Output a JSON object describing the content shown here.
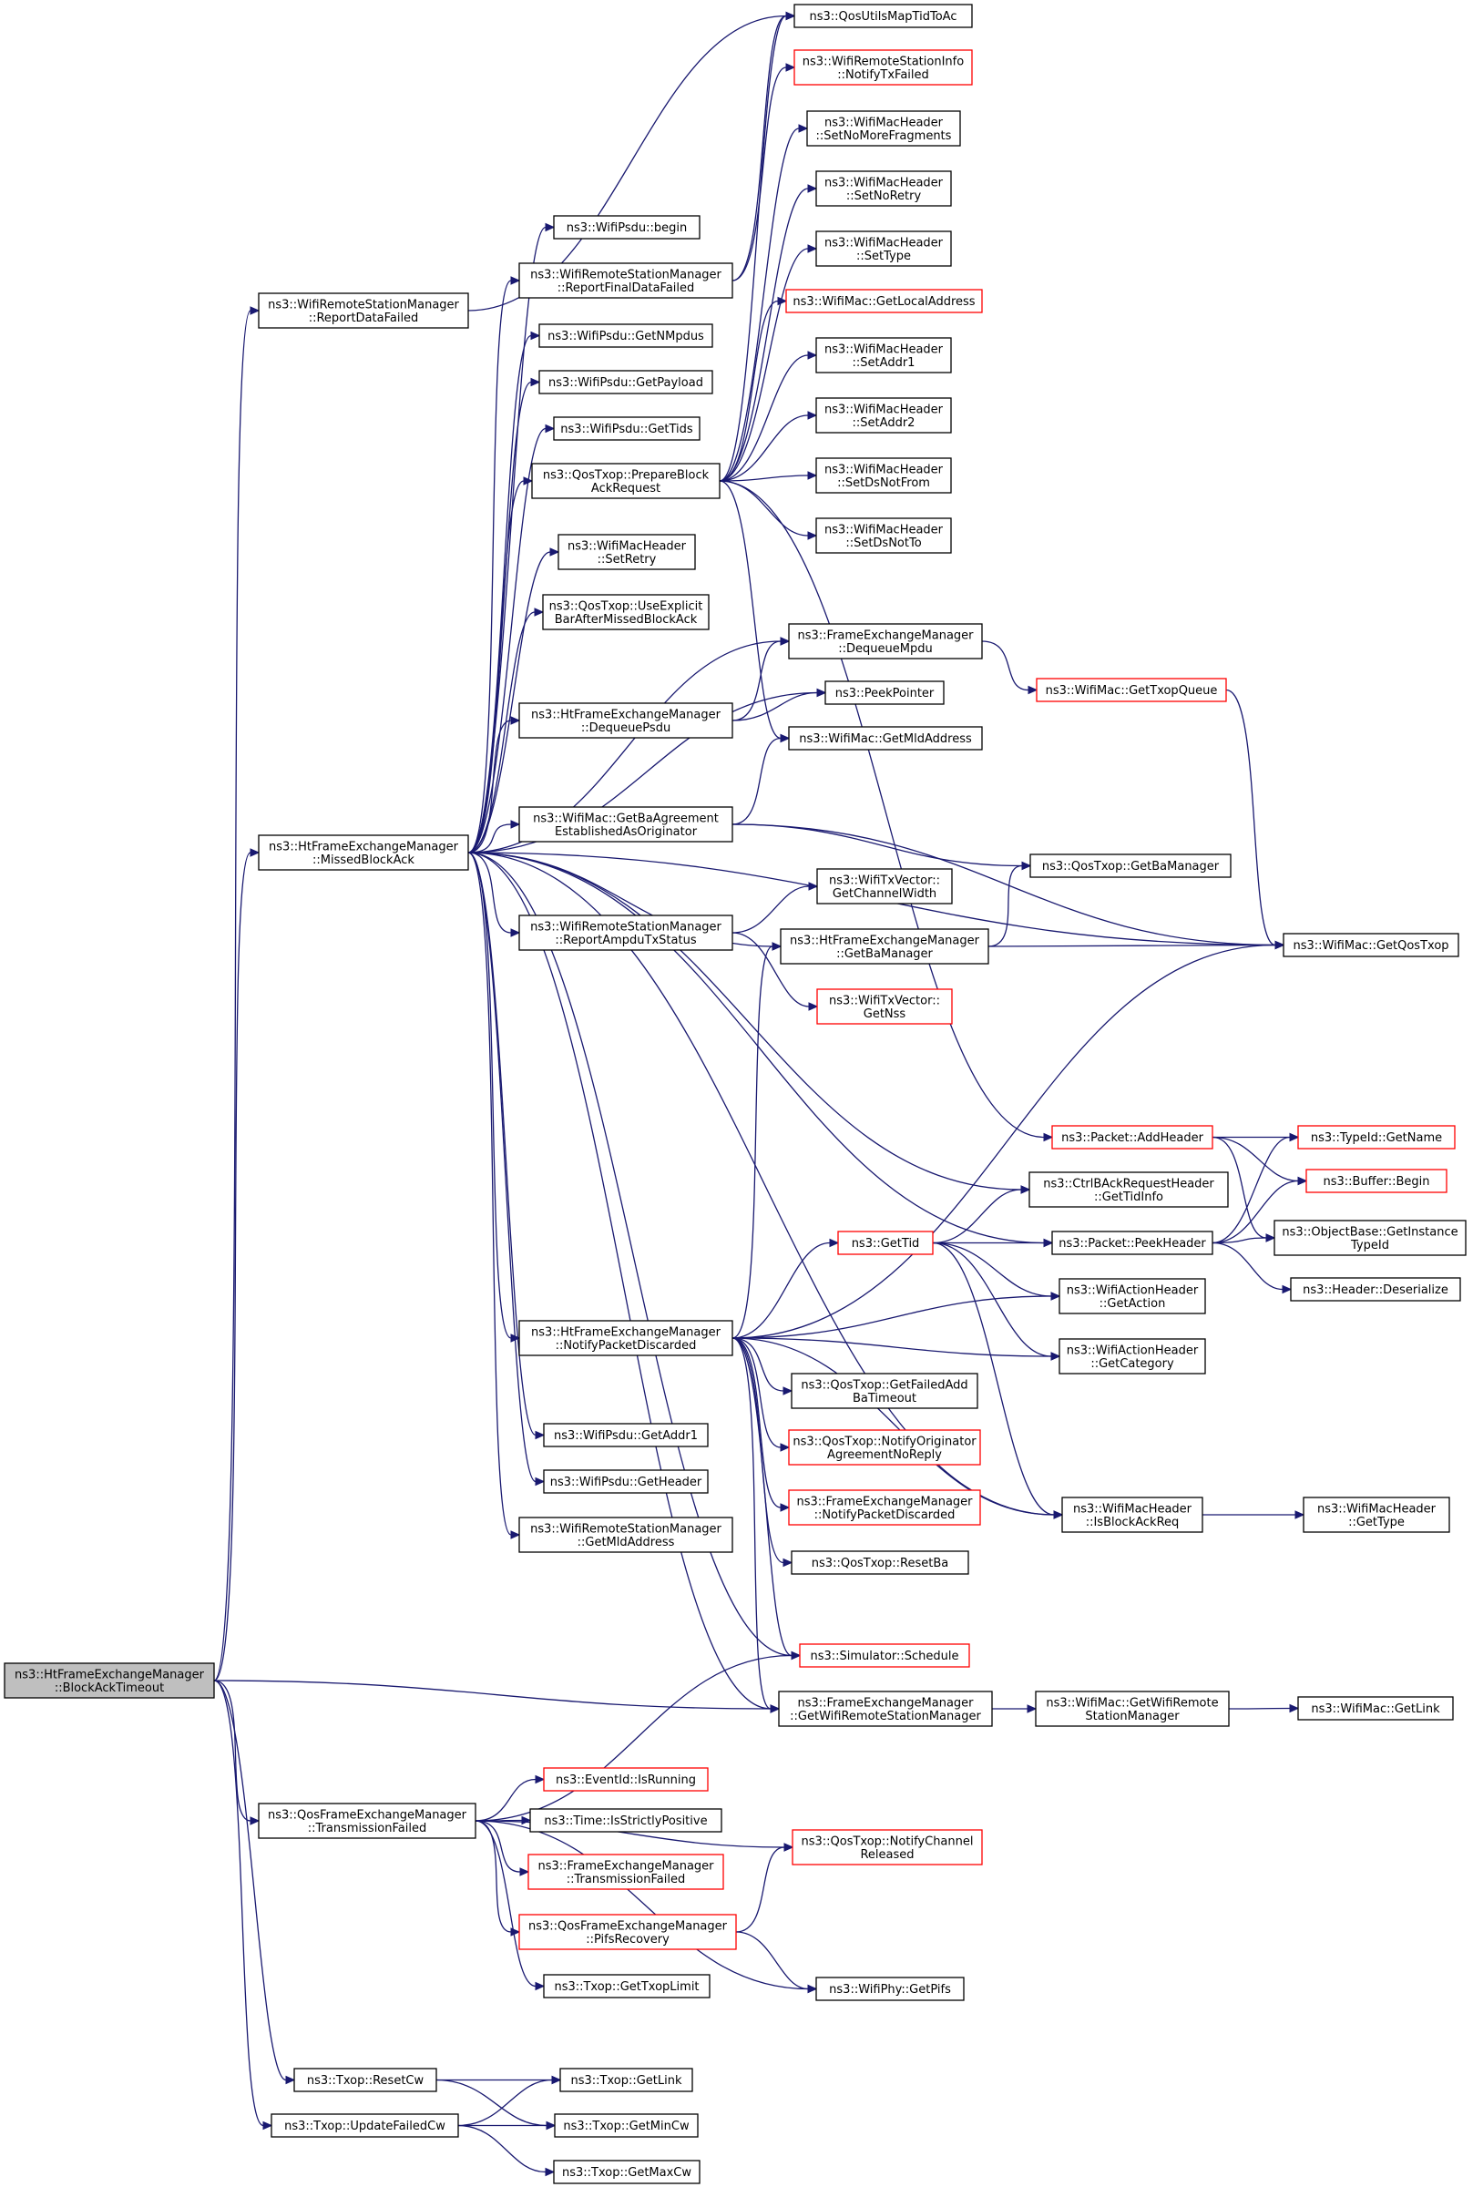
{
  "diagram": {
    "type": "call-graph",
    "colors": {
      "edge": "#191970",
      "node_border": "#000000",
      "truncated_node_border": "#ff0000",
      "root_fill": "#bfbfbf"
    },
    "nodes": [
      {
        "id": "root",
        "lines": [
          "ns3::HtFrameExchangeManager",
          "::BlockAckTimeout"
        ],
        "style": "root"
      },
      {
        "id": "reportDataFailed",
        "lines": [
          "ns3::WifiRemoteStationManager",
          "::ReportDataFailed"
        ],
        "style": "normal"
      },
      {
        "id": "missedBlockAck",
        "lines": [
          "ns3::HtFrameExchangeManager",
          "::MissedBlockAck"
        ],
        "style": "normal"
      },
      {
        "id": "qosTxFailed",
        "lines": [
          "ns3::QosFrameExchangeManager",
          "::TransmissionFailed"
        ],
        "style": "normal"
      },
      {
        "id": "resetCw",
        "lines": [
          "ns3::Txop::ResetCw"
        ],
        "style": "normal"
      },
      {
        "id": "updateFailedCw",
        "lines": [
          "ns3::Txop::UpdateFailedCw"
        ],
        "style": "normal"
      },
      {
        "id": "qosUtilsMapTidToAc",
        "lines": [
          "ns3::QosUtilsMapTidToAc"
        ],
        "style": "normal"
      },
      {
        "id": "notifyTxFailed",
        "lines": [
          "ns3::WifiRemoteStationInfo",
          "::NotifyTxFailed"
        ],
        "style": "red"
      },
      {
        "id": "setNoMoreFragments",
        "lines": [
          "ns3::WifiMacHeader",
          "::SetNoMoreFragments"
        ],
        "style": "normal"
      },
      {
        "id": "setNoRetry",
        "lines": [
          "ns3::WifiMacHeader",
          "::SetNoRetry"
        ],
        "style": "normal"
      },
      {
        "id": "setType",
        "lines": [
          "ns3::WifiMacHeader",
          "::SetType"
        ],
        "style": "normal"
      },
      {
        "id": "getLocalAddress",
        "lines": [
          "ns3::WifiMac::GetLocalAddress"
        ],
        "style": "red"
      },
      {
        "id": "setAddr1",
        "lines": [
          "ns3::WifiMacHeader",
          "::SetAddr1"
        ],
        "style": "normal"
      },
      {
        "id": "setAddr2",
        "lines": [
          "ns3::WifiMacHeader",
          "::SetAddr2"
        ],
        "style": "normal"
      },
      {
        "id": "setDsNotFrom",
        "lines": [
          "ns3::WifiMacHeader",
          "::SetDsNotFrom"
        ],
        "style": "normal"
      },
      {
        "id": "setDsNotTo",
        "lines": [
          "ns3::WifiMacHeader",
          "::SetDsNotTo"
        ],
        "style": "normal"
      },
      {
        "id": "psduBegin",
        "lines": [
          "ns3::WifiPsdu::begin"
        ],
        "style": "normal"
      },
      {
        "id": "reportFinalDataFailed",
        "lines": [
          "ns3::WifiRemoteStationManager",
          "::ReportFinalDataFailed"
        ],
        "style": "normal"
      },
      {
        "id": "getNMpdus",
        "lines": [
          "ns3::WifiPsdu::GetNMpdus"
        ],
        "style": "normal"
      },
      {
        "id": "getPayload",
        "lines": [
          "ns3::WifiPsdu::GetPayload"
        ],
        "style": "normal"
      },
      {
        "id": "getTids",
        "lines": [
          "ns3::WifiPsdu::GetTids"
        ],
        "style": "normal"
      },
      {
        "id": "prepareBlockAck",
        "lines": [
          "ns3::QosTxop::PrepareBlock",
          "AckRequest"
        ],
        "style": "normal"
      },
      {
        "id": "setRetry",
        "lines": [
          "ns3::WifiMacHeader",
          "::SetRetry"
        ],
        "style": "normal"
      },
      {
        "id": "useExplicitBar",
        "lines": [
          "ns3::QosTxop::UseExplicit",
          "BarAfterMissedBlockAck"
        ],
        "style": "normal"
      },
      {
        "id": "dequeueMpdu",
        "lines": [
          "ns3::FrameExchangeManager",
          "::DequeueMpdu"
        ],
        "style": "normal"
      },
      {
        "id": "peekPointer",
        "lines": [
          "ns3::PeekPointer"
        ],
        "style": "normal"
      },
      {
        "id": "dequeuePsdu",
        "lines": [
          "ns3::HtFrameExchangeManager",
          "::DequeuePsdu"
        ],
        "style": "normal"
      },
      {
        "id": "getMldAddress",
        "lines": [
          "ns3::WifiMac::GetMldAddress"
        ],
        "style": "normal"
      },
      {
        "id": "getTxopQueue",
        "lines": [
          "ns3::WifiMac::GetTxopQueue"
        ],
        "style": "red"
      },
      {
        "id": "getBaAgreement",
        "lines": [
          "ns3::WifiMac::GetBaAgreement",
          "EstablishedAsOriginator"
        ],
        "style": "normal"
      },
      {
        "id": "qosGetBaManager",
        "lines": [
          "ns3::QosTxop::GetBaManager"
        ],
        "style": "normal"
      },
      {
        "id": "getChannelWidth",
        "lines": [
          "ns3::WifiTxVector::",
          "GetChannelWidth"
        ],
        "style": "normal"
      },
      {
        "id": "reportAmpdu",
        "lines": [
          "ns3::WifiRemoteStationManager",
          "::ReportAmpduTxStatus"
        ],
        "style": "normal"
      },
      {
        "id": "htGetBaManager",
        "lines": [
          "ns3::HtFrameExchangeManager",
          "::GetBaManager"
        ],
        "style": "normal"
      },
      {
        "id": "getQosTxop",
        "lines": [
          "ns3::WifiMac::GetQosTxop"
        ],
        "style": "normal"
      },
      {
        "id": "getNss",
        "lines": [
          "ns3::WifiTxVector::",
          "GetNss"
        ],
        "style": "red"
      },
      {
        "id": "addHeader",
        "lines": [
          "ns3::Packet::AddHeader"
        ],
        "style": "red"
      },
      {
        "id": "typeIdGetName",
        "lines": [
          "ns3::TypeId::GetName"
        ],
        "style": "red"
      },
      {
        "id": "ctrlGetTidInfo",
        "lines": [
          "ns3::CtrlBAckRequestHeader",
          "::GetTidInfo"
        ],
        "style": "normal"
      },
      {
        "id": "bufferBegin",
        "lines": [
          "ns3::Buffer::Begin"
        ],
        "style": "red"
      },
      {
        "id": "getTid",
        "lines": [
          "ns3::GetTid"
        ],
        "style": "red"
      },
      {
        "id": "peekHeader",
        "lines": [
          "ns3::Packet::PeekHeader"
        ],
        "style": "normal"
      },
      {
        "id": "getInstanceTypeId",
        "lines": [
          "ns3::ObjectBase::GetInstance",
          "TypeId"
        ],
        "style": "normal"
      },
      {
        "id": "deserialize",
        "lines": [
          "ns3::Header::Deserialize"
        ],
        "style": "normal"
      },
      {
        "id": "notifyPacketDiscarded",
        "lines": [
          "ns3::HtFrameExchangeManager",
          "::NotifyPacketDiscarded"
        ],
        "style": "normal"
      },
      {
        "id": "actionGetAction",
        "lines": [
          "ns3::WifiActionHeader",
          "::GetAction"
        ],
        "style": "normal"
      },
      {
        "id": "actionGetCategory",
        "lines": [
          "ns3::WifiActionHeader",
          "::GetCategory"
        ],
        "style": "normal"
      },
      {
        "id": "getFailedAddBa",
        "lines": [
          "ns3::QosTxop::GetFailedAdd",
          "BaTimeout"
        ],
        "style": "normal"
      },
      {
        "id": "notifyOrigNoReply",
        "lines": [
          "ns3::QosTxop::NotifyOriginator",
          "AgreementNoReply"
        ],
        "style": "red"
      },
      {
        "id": "fxmNotifyDiscarded",
        "lines": [
          "ns3::FrameExchangeManager",
          "::NotifyPacketDiscarded"
        ],
        "style": "red"
      },
      {
        "id": "isBlockAckReq",
        "lines": [
          "ns3::WifiMacHeader",
          "::IsBlockAckReq"
        ],
        "style": "normal"
      },
      {
        "id": "macHeaderGetType",
        "lines": [
          "ns3::WifiMacHeader",
          "::GetType"
        ],
        "style": "normal"
      },
      {
        "id": "psduGetAddr1",
        "lines": [
          "ns3::WifiPsdu::GetAddr1"
        ],
        "style": "normal"
      },
      {
        "id": "qosResetBa",
        "lines": [
          "ns3::QosTxop::ResetBa"
        ],
        "style": "normal"
      },
      {
        "id": "psduGetHeader",
        "lines": [
          "ns3::WifiPsdu::GetHeader"
        ],
        "style": "normal"
      },
      {
        "id": "rsmGetMldAddress",
        "lines": [
          "ns3::WifiRemoteStationManager",
          "::GetMldAddress"
        ],
        "style": "normal"
      },
      {
        "id": "simSchedule",
        "lines": [
          "ns3::Simulator::Schedule"
        ],
        "style": "red"
      },
      {
        "id": "getWifiRsm",
        "lines": [
          "ns3::FrameExchangeManager",
          "::GetWifiRemoteStationManager"
        ],
        "style": "normal"
      },
      {
        "id": "macGetWifiRsm",
        "lines": [
          "ns3::WifiMac::GetWifiRemote",
          "StationManager"
        ],
        "style": "normal"
      },
      {
        "id": "macGetLink",
        "lines": [
          "ns3::WifiMac::GetLink"
        ],
        "style": "normal"
      },
      {
        "id": "eventIsRunning",
        "lines": [
          "ns3::EventId::IsRunning"
        ],
        "style": "red"
      },
      {
        "id": "isStrictlyPositive",
        "lines": [
          "ns3::Time::IsStrictlyPositive"
        ],
        "style": "normal"
      },
      {
        "id": "fxmTxFailed",
        "lines": [
          "ns3::FrameExchangeManager",
          "::TransmissionFailed"
        ],
        "style": "red"
      },
      {
        "id": "notifyChannelReleased",
        "lines": [
          "ns3::QosTxop::NotifyChannel",
          "Released"
        ],
        "style": "red"
      },
      {
        "id": "pifsRecovery",
        "lines": [
          "ns3::QosFrameExchangeManager",
          "::PifsRecovery"
        ],
        "style": "red"
      },
      {
        "id": "getTxopLimit",
        "lines": [
          "ns3::Txop::GetTxopLimit"
        ],
        "style": "normal"
      },
      {
        "id": "getPifs",
        "lines": [
          "ns3::WifiPhy::GetPifs"
        ],
        "style": "normal"
      },
      {
        "id": "txopGetLink",
        "lines": [
          "ns3::Txop::GetLink"
        ],
        "style": "normal"
      },
      {
        "id": "getMinCw",
        "lines": [
          "ns3::Txop::GetMinCw"
        ],
        "style": "normal"
      },
      {
        "id": "getMaxCw",
        "lines": [
          "ns3::Txop::GetMaxCw"
        ],
        "style": "normal"
      }
    ],
    "edges": [
      [
        "root",
        "reportDataFailed"
      ],
      [
        "root",
        "missedBlockAck"
      ],
      [
        "root",
        "getWifiRsm"
      ],
      [
        "root",
        "qosTxFailed"
      ],
      [
        "root",
        "resetCw"
      ],
      [
        "root",
        "updateFailedCw"
      ],
      [
        "reportDataFailed",
        "qosUtilsMapTidToAc"
      ],
      [
        "missedBlockAck",
        "psduBegin"
      ],
      [
        "missedBlockAck",
        "reportFinalDataFailed"
      ],
      [
        "missedBlockAck",
        "getNMpdus"
      ],
      [
        "missedBlockAck",
        "getPayload"
      ],
      [
        "missedBlockAck",
        "getTids"
      ],
      [
        "missedBlockAck",
        "prepareBlockAck"
      ],
      [
        "missedBlockAck",
        "setRetry"
      ],
      [
        "missedBlockAck",
        "useExplicitBar"
      ],
      [
        "missedBlockAck",
        "dequeueMpdu"
      ],
      [
        "missedBlockAck",
        "dequeuePsdu"
      ],
      [
        "missedBlockAck",
        "peekPointer"
      ],
      [
        "missedBlockAck",
        "getBaAgreement"
      ],
      [
        "missedBlockAck",
        "reportAmpdu"
      ],
      [
        "missedBlockAck",
        "htGetBaManager"
      ],
      [
        "missedBlockAck",
        "getQosTxop"
      ],
      [
        "missedBlockAck",
        "ctrlGetTidInfo"
      ],
      [
        "missedBlockAck",
        "peekHeader"
      ],
      [
        "missedBlockAck",
        "notifyPacketDiscarded"
      ],
      [
        "missedBlockAck",
        "psduGetAddr1"
      ],
      [
        "missedBlockAck",
        "psduGetHeader"
      ],
      [
        "missedBlockAck",
        "rsmGetMldAddress"
      ],
      [
        "missedBlockAck",
        "getWifiRsm"
      ],
      [
        "missedBlockAck",
        "simSchedule"
      ],
      [
        "missedBlockAck",
        "isBlockAckReq"
      ],
      [
        "reportFinalDataFailed",
        "qosUtilsMapTidToAc"
      ],
      [
        "reportFinalDataFailed",
        "notifyTxFailed"
      ],
      [
        "prepareBlockAck",
        "qosUtilsMapTidToAc"
      ],
      [
        "prepareBlockAck",
        "setNoMoreFragments"
      ],
      [
        "prepareBlockAck",
        "setNoRetry"
      ],
      [
        "prepareBlockAck",
        "setType"
      ],
      [
        "prepareBlockAck",
        "getLocalAddress"
      ],
      [
        "prepareBlockAck",
        "setAddr1"
      ],
      [
        "prepareBlockAck",
        "setAddr2"
      ],
      [
        "prepareBlockAck",
        "setDsNotFrom"
      ],
      [
        "prepareBlockAck",
        "setDsNotTo"
      ],
      [
        "prepareBlockAck",
        "getMldAddress"
      ],
      [
        "prepareBlockAck",
        "addHeader"
      ],
      [
        "dequeueMpdu",
        "getTxopQueue"
      ],
      [
        "getTxopQueue",
        "getQosTxop"
      ],
      [
        "dequeuePsdu",
        "dequeueMpdu"
      ],
      [
        "dequeuePsdu",
        "peekPointer"
      ],
      [
        "getBaAgreement",
        "getMldAddress"
      ],
      [
        "getBaAgreement",
        "qosGetBaManager"
      ],
      [
        "getBaAgreement",
        "getQosTxop"
      ],
      [
        "reportAmpdu",
        "getChannelWidth"
      ],
      [
        "reportAmpdu",
        "getNss"
      ],
      [
        "htGetBaManager",
        "qosGetBaManager"
      ],
      [
        "htGetBaManager",
        "getQosTxop"
      ],
      [
        "addHeader",
        "typeIdGetName"
      ],
      [
        "addHeader",
        "bufferBegin"
      ],
      [
        "addHeader",
        "getInstanceTypeId"
      ],
      [
        "getTid",
        "ctrlGetTidInfo"
      ],
      [
        "getTid",
        "peekHeader"
      ],
      [
        "getTid",
        "actionGetAction"
      ],
      [
        "getTid",
        "actionGetCategory"
      ],
      [
        "getTid",
        "isBlockAckReq"
      ],
      [
        "peekHeader",
        "bufferBegin"
      ],
      [
        "peekHeader",
        "getInstanceTypeId"
      ],
      [
        "peekHeader",
        "typeIdGetName"
      ],
      [
        "peekHeader",
        "deserialize"
      ],
      [
        "notifyPacketDiscarded",
        "htGetBaManager"
      ],
      [
        "notifyPacketDiscarded",
        "getQosTxop"
      ],
      [
        "notifyPacketDiscarded",
        "getTid"
      ],
      [
        "notifyPacketDiscarded",
        "actionGetAction"
      ],
      [
        "notifyPacketDiscarded",
        "actionGetCategory"
      ],
      [
        "notifyPacketDiscarded",
        "getFailedAddBa"
      ],
      [
        "notifyPacketDiscarded",
        "notifyOrigNoReply"
      ],
      [
        "notifyPacketDiscarded",
        "fxmNotifyDiscarded"
      ],
      [
        "notifyPacketDiscarded",
        "qosResetBa"
      ],
      [
        "notifyPacketDiscarded",
        "isBlockAckReq"
      ],
      [
        "notifyPacketDiscarded",
        "simSchedule"
      ],
      [
        "notifyPacketDiscarded",
        "getWifiRsm"
      ],
      [
        "isBlockAckReq",
        "macHeaderGetType"
      ],
      [
        "getWifiRsm",
        "macGetWifiRsm"
      ],
      [
        "macGetWifiRsm",
        "macGetLink"
      ],
      [
        "qosTxFailed",
        "simSchedule"
      ],
      [
        "qosTxFailed",
        "notifyChannelReleased"
      ],
      [
        "qosTxFailed",
        "eventIsRunning"
      ],
      [
        "qosTxFailed",
        "isStrictlyPositive"
      ],
      [
        "qosTxFailed",
        "fxmTxFailed"
      ],
      [
        "qosTxFailed",
        "pifsRecovery"
      ],
      [
        "qosTxFailed",
        "getTxopLimit"
      ],
      [
        "qosTxFailed",
        "getPifs"
      ],
      [
        "pifsRecovery",
        "notifyChannelReleased"
      ],
      [
        "pifsRecovery",
        "getPifs"
      ],
      [
        "resetCw",
        "txopGetLink"
      ],
      [
        "resetCw",
        "getMinCw"
      ],
      [
        "updateFailedCw",
        "txopGetLink"
      ],
      [
        "updateFailedCw",
        "getMinCw"
      ],
      [
        "updateFailedCw",
        "getMaxCw"
      ]
    ]
  }
}
